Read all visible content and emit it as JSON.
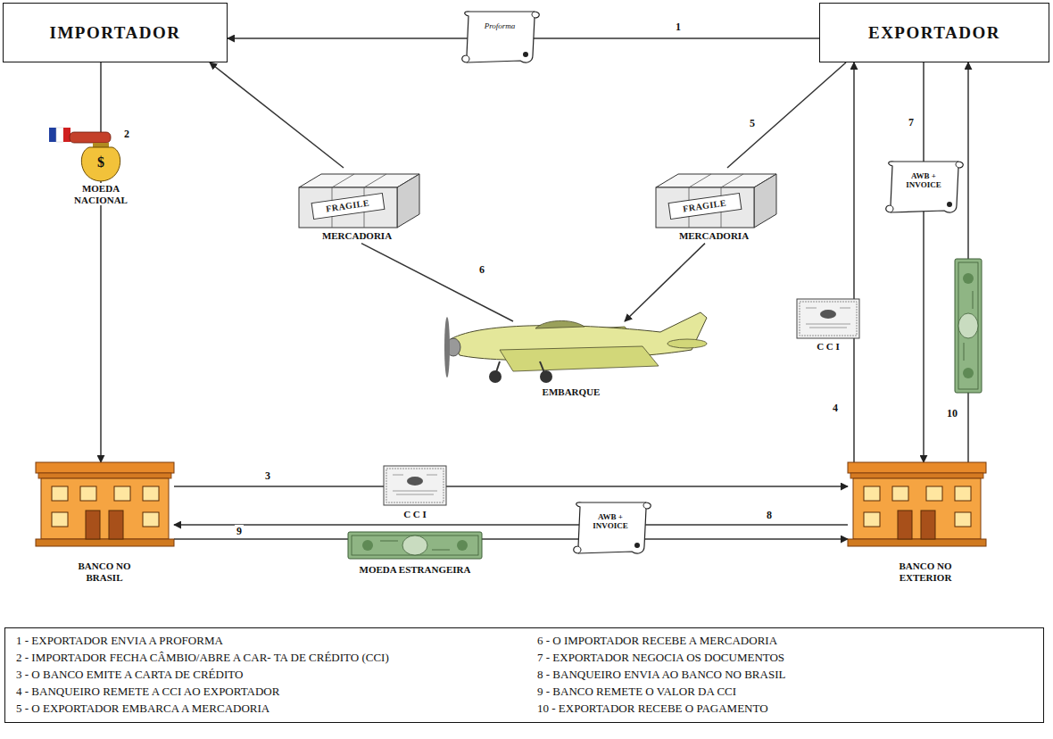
{
  "diagram": {
    "nodes": [
      {
        "text": [
          "IMPORTADOR"
        ]
      },
      {
        "text": [
          "EXPORTADOR"
        ]
      },
      {
        "text": [
          "FRAGILE",
          "MERCADORIA"
        ]
      },
      {
        "text": [
          "FRAGILE",
          "MERCADORIA"
        ]
      },
      {
        "text": [
          "EMBARQUE"
        ]
      },
      {
        "text": [
          "BANCO NO BRASIL"
        ]
      },
      {
        "text": [
          "BANCO NO EXTERIOR"
        ]
      },
      {
        "text": [
          "1 - EXPORTADOR ENVIA A PROFORMA",
          "2 - IMPORTADOR FECHA CÂMBIO/ABRE A CAR- TA DE CRÉDITO (CCI)",
          "3 - O BANCO EMITE A CARTA DE CRÉDITO",
          "4 - BANQUEIRO REMETE A CCI AO EXPORTADOR",
          "5 - O EXPORTADOR EMBARCA A MERCADORIA",
          "6 - O IMPORTADOR RECEBE A MERCADORIA",
          "7 - EXPORTADOR NEGOCIA OS DOCUMENTOS",
          "8 - BANQUEIRO ENVIA AO BANCO NO BRASIL",
          "9 - BANCO REMETE O VALOR DA CCI",
          "10 - EXPORTADOR RECEBE O PAGAMENTO"
        ]
      }
    ],
    "edges": [
      {
        "from": 1,
        "to": 0,
        "arrow": "to",
        "label": "1"
      },
      {
        "from": 0,
        "to": 5,
        "arrow": "to",
        "label": "2"
      },
      {
        "from": 5,
        "to": 6,
        "arrow": "to",
        "label": "3"
      },
      {
        "from": 6,
        "to": 1,
        "arrow": "to",
        "label": "4"
      },
      {
        "from": 1,
        "to": 3,
        "arrow": "none",
        "label": "5"
      },
      {
        "from": 3,
        "to": 4,
        "arrow": "to"
      },
      {
        "from": 4,
        "to": 2,
        "arrow": "none",
        "label": "6"
      },
      {
        "from": 2,
        "to": 0,
        "arrow": "to"
      },
      {
        "from": 1,
        "to": 6,
        "arrow": "to",
        "label": "7"
      },
      {
        "from": 6,
        "to": 5,
        "arrow": "to",
        "label": "8"
      },
      {
        "from": 5,
        "to": 6,
        "arrow": "to",
        "label": "9"
      },
      {
        "from": 6,
        "to": 1,
        "arrow": "to",
        "label": "10"
      }
    ],
    "labels": [
      "Proforma",
      "$",
      "MOEDA NACIONAL",
      "C C I",
      "AWB + INVOICE",
      "C C I",
      "AWB + INVOICE",
      "MOEDA ESTRANGEIRA"
    ]
  }
}
